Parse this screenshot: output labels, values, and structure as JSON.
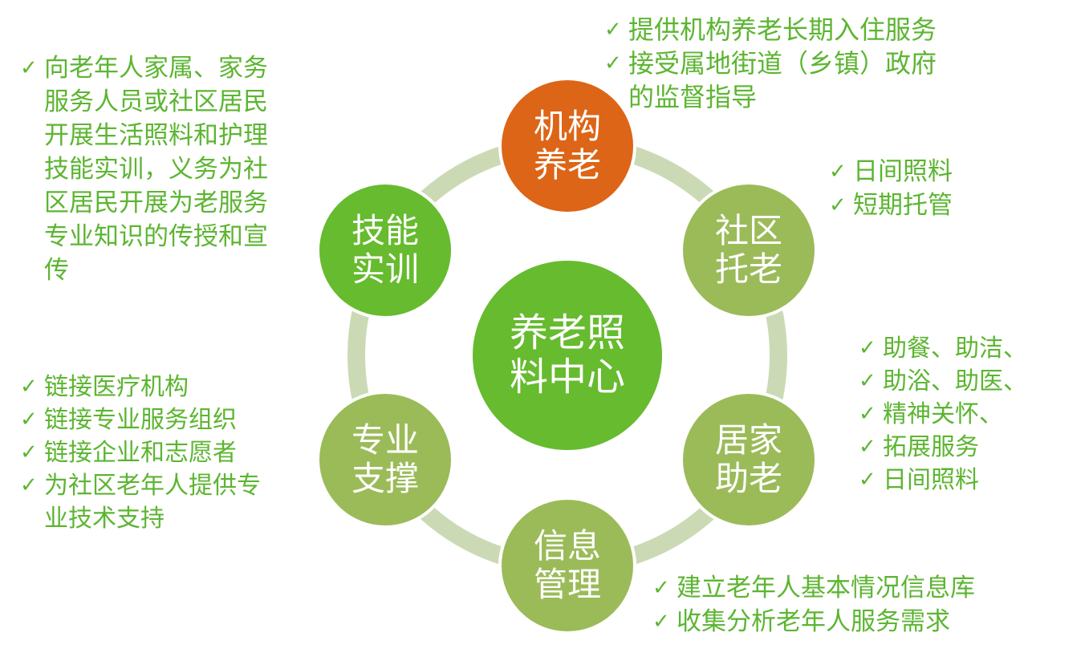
{
  "colors": {
    "orange": "#dd6517",
    "bright_green": "#66bb2e",
    "olive_green": "#9bbb59",
    "ring": "#cbdab5",
    "text": "#5cb531"
  },
  "center": {
    "lines": [
      "养老照",
      "料中心"
    ]
  },
  "nodes": {
    "institution": {
      "lines": [
        "机构",
        "养老"
      ]
    },
    "community": {
      "lines": [
        "社区",
        "托老"
      ]
    },
    "home": {
      "lines": [
        "居家",
        "助老"
      ]
    },
    "info": {
      "lines": [
        "信息",
        "管理"
      ]
    },
    "support": {
      "lines": [
        "专业",
        "支撑"
      ]
    },
    "training": {
      "lines": [
        "技能",
        "实训"
      ]
    }
  },
  "check_icon": "✓",
  "notes": {
    "institution": [
      {
        "lines": [
          "提供机构养老长期入住服务"
        ]
      },
      {
        "lines": [
          "接受属地街道（乡镇）政府",
          "的监督指导"
        ]
      }
    ],
    "community": [
      {
        "lines": [
          "日间照料"
        ]
      },
      {
        "lines": [
          "短期托管"
        ]
      }
    ],
    "home": [
      {
        "lines": [
          "助餐、助洁、"
        ]
      },
      {
        "lines": [
          "助浴、助医、"
        ]
      },
      {
        "lines": [
          "精神关怀、"
        ]
      },
      {
        "lines": [
          "拓展服务"
        ]
      },
      {
        "lines": [
          "日间照料"
        ]
      }
    ],
    "info": [
      {
        "lines": [
          "建立老年人基本情况信息库"
        ]
      },
      {
        "lines": [
          "收集分析老年人服务需求"
        ]
      }
    ],
    "support": [
      {
        "lines": [
          "链接医疗机构"
        ]
      },
      {
        "lines": [
          "链接专业服务组织"
        ]
      },
      {
        "lines": [
          "链接企业和志愿者"
        ]
      },
      {
        "lines": [
          "为社区老年人提供专",
          "业技术支持"
        ]
      }
    ],
    "training": [
      {
        "lines": [
          "向老年人家属、家务",
          "服务人员或社区居民",
          "开展生活照料和护理",
          "技能实训，义务为社",
          "区居民开展为老服务",
          "专业知识的传授和宣",
          "传"
        ]
      }
    ]
  }
}
